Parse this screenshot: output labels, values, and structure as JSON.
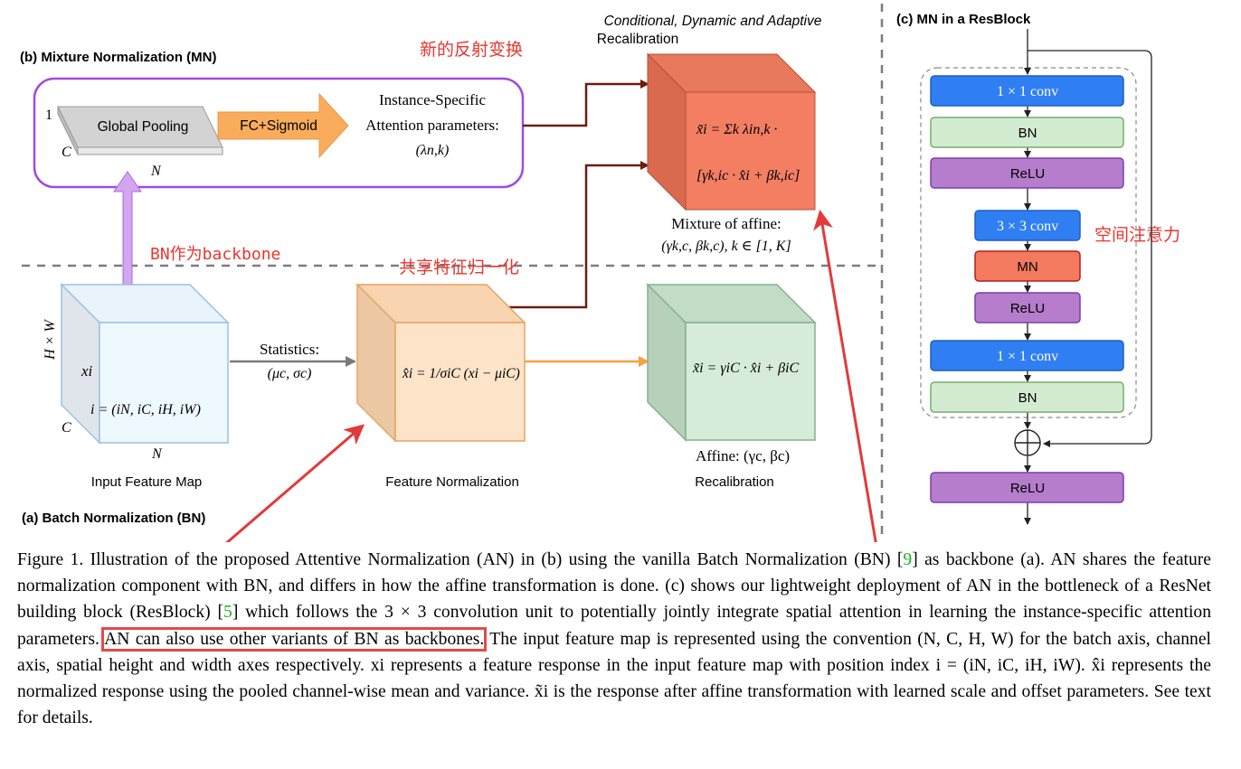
{
  "panels": {
    "mn_title": "(b) Mixture Normalization (MN)",
    "bn_title": "(a) Batch Normalization (BN)",
    "resblock_title": "(c) MN in a ResBlock"
  },
  "mn_panel": {
    "pool_label": "Global Pooling",
    "fc_label": "FC+Sigmoid",
    "dim_1": "1",
    "dim_c": "C",
    "dim_n": "N",
    "attn_line1": "Instance-Specific",
    "attn_line2": "Attention parameters:",
    "attn_param": "(λn,k)"
  },
  "recal_top": {
    "header_line1": "Conditional, Dynamic and Adaptive",
    "header_line2": "Recalibration",
    "formula_line1": "x̃i = Σk λin,k ·",
    "formula_line2": "[γk,ic · x̂i + βk,ic]",
    "below_line1": "Mixture of affine:",
    "below_line2": "(γk,c, βk,c), k ∈ [1, K]"
  },
  "bn_panel": {
    "input_dim_hw": "H × W",
    "input_xi": "xi",
    "input_index": "i = (iN, iC, iH, iW)",
    "input_dim_c": "C",
    "input_dim_n": "N",
    "input_caption": "Input Feature Map",
    "stats_label": "Statistics:",
    "stats_params": "(μc, σc)",
    "norm_formula": "x̂i = 1/σiC (xi − μiC)",
    "norm_caption": "Feature Normalization",
    "affine_formula": "x̃i = γiC · x̂i + βiC",
    "affine_label": "Affine: (γc, βc)",
    "affine_caption": "Recalibration"
  },
  "annotations": {
    "new_affine": "新的反射变换",
    "bn_backbone": "BN作为backbone",
    "shared_norm": "共享特征归一化",
    "spatial_attention": "空间注意力"
  },
  "resblock": {
    "conv1": "1 × 1 conv",
    "bn1": "BN",
    "relu1": "ReLU",
    "conv3": "3 × 3 conv",
    "mn": "MN",
    "relu2": "ReLU",
    "conv1b": "1 × 1 conv",
    "bn2": "BN",
    "relu_out": "ReLU"
  },
  "caption": {
    "s1": "Figure 1. Illustration of the proposed Attentive Normalization (AN) in (b) using the vanilla Batch Normalization (BN) [",
    "ref9": "9",
    "s2": "] as backbone (a). AN shares the feature normalization component with BN, and differs in how the affine transformation is done. (c) shows our lightweight deployment of AN in the bottleneck of a ResNet building block (ResBlock) [",
    "ref5": "5",
    "s3": "] which follows the 3 × 3 convolution unit to potentially jointly integrate spatial attention in learning the instance-specific attention parameters. ",
    "highlight": "AN can also use other variants of BN as backbones.",
    "s4": " The input feature map is represented using the convention (N, C, H, W) for the batch axis, channel axis, spatial height and width axes respectively. xi represents a feature response in the input feature map with position index i = (iN, iC, iH, iW). x̂i represents the normalized response using the pooled channel-wise mean and variance. x̃i is the response after affine transformation with learned scale and offset parameters. See text for details."
  },
  "colors": {
    "mn_border": "#a14be0",
    "fc_arrow": "#f7a84f",
    "recal_top_front": "#f37e62",
    "norm_cube_front": "#fde3c8",
    "affine_cube_front": "#d7ebd9",
    "input_cube_front": "#eef8ff",
    "conv_blue": "#2f7ff2",
    "bn_green": "#d3ecd1",
    "relu_purple": "#b57dcb",
    "mn_red": "#f37a5f",
    "annotation_red": "#e8362f",
    "link_brown": "#6b1d0e"
  }
}
